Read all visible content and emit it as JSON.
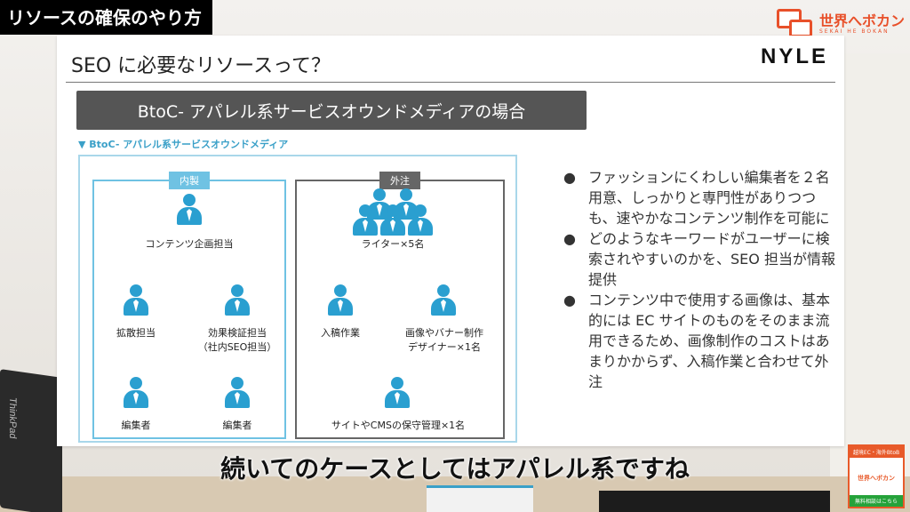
{
  "corner_title": "リソースの確保のやり方",
  "brand": {
    "name": "世界へボカン",
    "sub": "SEKAI HE BOKAN"
  },
  "slide": {
    "title": "SEO に必要なリソースって？",
    "logo": "NYLE",
    "banner": "BtoC- アパレル系サービスオウンドメディアの場合",
    "diagram_label": "▼ BtoC- アパレル系サービスオウンドメディア",
    "inhouse": {
      "tag": "内製",
      "roles": [
        "コンテンツ企画担当",
        "拡散担当",
        "効果検証担当",
        "（社内SEO担当）",
        "編集者",
        "編集者"
      ]
    },
    "outsource": {
      "tag": "外注",
      "roles": [
        "ライター×5名",
        "入稿作業",
        "画像やバナー制作",
        "デザイナー×1名",
        "サイトやCMSの保守管理×1名"
      ]
    },
    "bullets": [
      "ファッションにくわしい編集者を２名用意、しっかりと専門性がありつつも、速やかなコンテンツ制作を可能に",
      "どのようなキーワードがユーザーに検索されやすいのかを、SEO 担当が情報提供",
      "コンテンツ中で使用する画像は、基本的には EC サイトのものをそのまま流用できるため、画像制作のコストはあまりかからず、入稿作業と合わせて外注"
    ]
  },
  "subtitle": "続いてのケースとしてはアパレル系ですね",
  "promo": {
    "top": "越境EC・海外BtoB",
    "mid": "世界へボカン",
    "bottom": "無料相談はこちら"
  },
  "laptop_logo": "ThinkPad",
  "colors": {
    "accent": "#2a9fd0",
    "brand": "#e8502a",
    "banner": "#555555"
  }
}
